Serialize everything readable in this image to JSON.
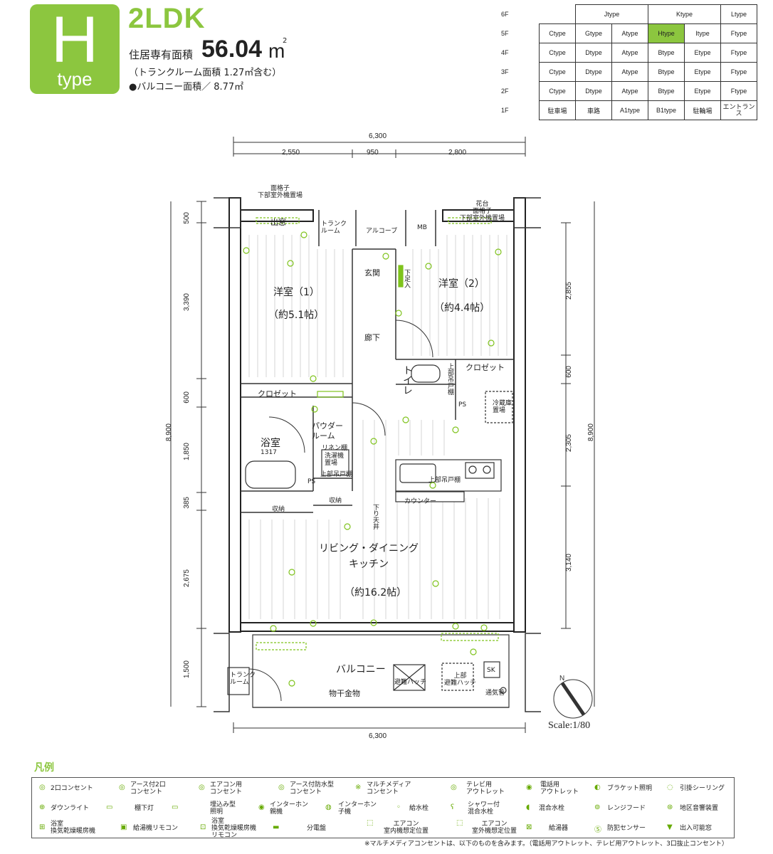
{
  "header": {
    "type_letter": "H",
    "type_word": "type",
    "layout": "2LDK",
    "area_label": "住居専有面積",
    "area_value": "56.04",
    "area_unit": "m",
    "area_sup": "2",
    "trunk_note": "（トランクルーム面積 1.27㎡含む）",
    "balcony_note": "●バルコニー面積／ 8.77㎡"
  },
  "floor_table": {
    "columns": [
      "Jtype",
      "Ktype",
      "Ltype"
    ],
    "rows": [
      {
        "floor": "5F",
        "cells": [
          "Ctype",
          "Gtype",
          "Atype",
          "Htype",
          "Itype",
          "Ftype"
        ]
      },
      {
        "floor": "4F",
        "cells": [
          "Ctype",
          "Dtype",
          "Atype",
          "Btype",
          "Etype",
          "Ftype"
        ]
      },
      {
        "floor": "3F",
        "cells": [
          "Ctype",
          "Dtype",
          "Atype",
          "Btype",
          "Etype",
          "Ftype"
        ]
      },
      {
        "floor": "2F",
        "cells": [
          "Ctype",
          "Dtype",
          "Atype",
          "Btype",
          "Etype",
          "Ftype"
        ]
      },
      {
        "floor": "1F",
        "cells": [
          "駐車場",
          "車路",
          "A1type",
          "B1type",
          "駐輪場",
          "エントランス"
        ]
      }
    ],
    "top_floor": "6F",
    "highlight": "Htype",
    "highlight_color": "#8cc63f"
  },
  "dimensions": {
    "top_total": "6,300",
    "top_left": "2,550",
    "top_mid": "950",
    "top_right": "2,800",
    "bottom_total": "6,300",
    "left_total": "8,900",
    "left_1": "500",
    "left_2": "3,390",
    "left_3": "600",
    "left_4": "1,850",
    "left_5": "385",
    "left_6": "2,675",
    "left_7": "1,500",
    "right_total": "8,900",
    "right_1": "2,855",
    "right_2": "600",
    "right_3": "2,305",
    "right_4": "3,140"
  },
  "rooms": {
    "window_grille_l": "面格子\n下部室外機置場",
    "demado": "出窓",
    "trunk_room": "トランク\nルーム",
    "alcove": "アルコーブ",
    "mb": "MB",
    "flower_bed": "花台\n面格子\n下部室外機置場",
    "western1": "洋室（1）",
    "western1_size": "（約5.1帖）",
    "entrance": "玄関",
    "shoe_box": "下足入",
    "western2": "洋室（2）",
    "western2_size": "（約4.4帖）",
    "hallway": "廊下",
    "toilet": "トイレ",
    "upper_cabinet": "上部吊戸棚",
    "closet_r": "クロゼット",
    "closet_l": "クロゼット",
    "powder": "パウダー\nルーム",
    "linen": "リネン棚",
    "ps1": "PS",
    "fridge": "冷蔵庫\n置場",
    "bath": "浴室",
    "bath_size": "1317",
    "washer": "洗濯機\n置場",
    "upper_cabinet2": "上部吊戸棚",
    "ps2": "PS",
    "storage_l": "収納",
    "storage_m": "収納",
    "lowered_ceiling": "下り天井",
    "upper_cabinet3": "上部吊戸棚",
    "counter": "カウンター",
    "ldk": "リビング・ダイニング\nキッチン",
    "ldk_size": "（約16.2帖）",
    "balcony": "バルコニー",
    "drying": "物干金物",
    "evac": "避難ハッチ",
    "upper_evac": "上部\n避難ハッチ",
    "sk": "SK",
    "vent": "通気管",
    "trunk_balcony": "トランク\nルーム"
  },
  "scale": "Scale:1/80",
  "legend": {
    "title": "凡例",
    "items": [
      "2口コンセント",
      "アース付2口\nコンセント",
      "エアコン用\nコンセント",
      "アース付防水型\nコンセント",
      "マルチメディア\nコンセント",
      "テレビ用\nアウトレット",
      "電話用\nアウトレット",
      "ブラケット照明",
      "引掛シーリング",
      "ダウンライト",
      "棚下灯",
      "埋込み型\n照明",
      "インターホン\n親機",
      "インターホン\n子機",
      "給水栓",
      "シャワー付\n混合水栓",
      "混合水栓",
      "レンジフード",
      "地区音響装置",
      "浴室\n換気乾燥暖房機",
      "給湯機リモコン",
      "浴室\n換気乾燥暖房機\nリモコン",
      "分電盤",
      "エアコン\n室内機想定位置",
      "エアコン\n室外機想定位置",
      "給湯器",
      "防犯センサー",
      "出入可能窓"
    ],
    "footnote": "※マルチメディアコンセントは、以下のものを含みます。（電話用アウトレット、テレビ用アウトレット、3口抜止コンセント）"
  },
  "colors": {
    "accent": "#8cc63f",
    "plan_line": "#333333",
    "fixture": "#7fc31c"
  }
}
